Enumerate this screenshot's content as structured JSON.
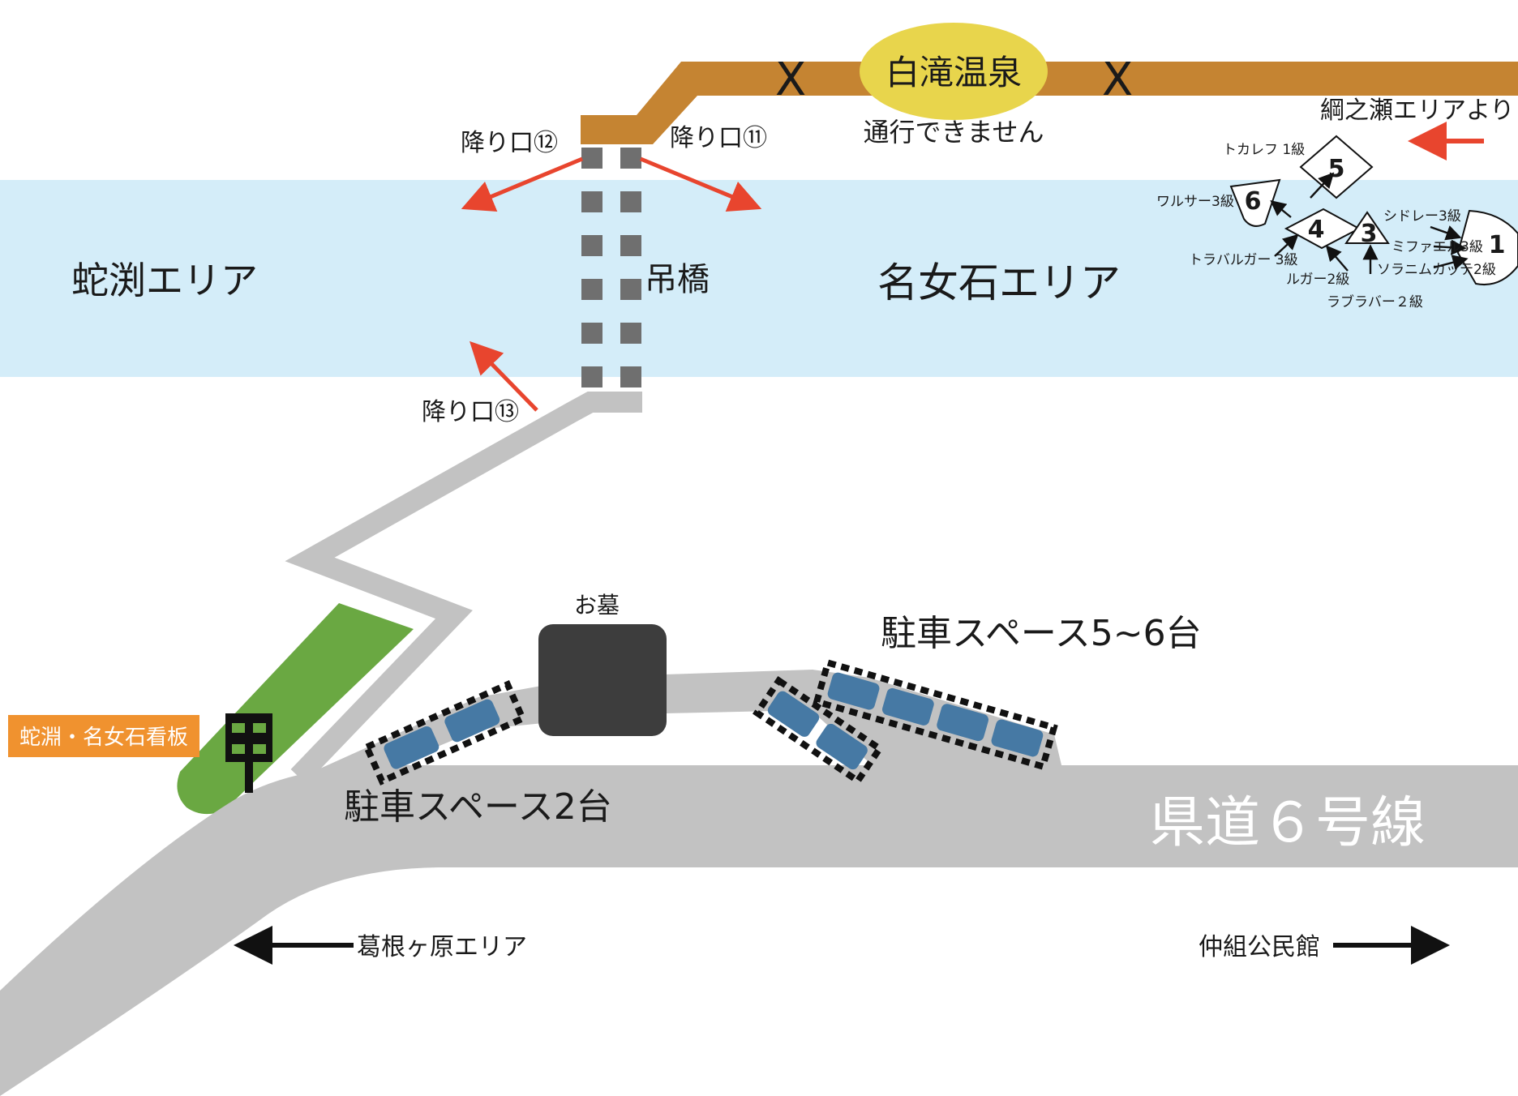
{
  "map": {
    "trail_blocked": {
      "onsen": "白滝温泉",
      "blocked_marks": [
        "X",
        "X"
      ],
      "notice": "通行できません"
    },
    "exits": {
      "exit_12": "降り口⑫",
      "exit_11": "降り口⑪",
      "exit_13": "降り口⑬"
    },
    "bridge": "吊橋",
    "areas": {
      "left": "蛇渕エリア",
      "right": "名女石エリア",
      "tsunanose": "綱之瀬エリアより"
    },
    "routes": {
      "numbers": [
        "5",
        "6",
        "4",
        "3",
        "1"
      ],
      "labels": {
        "tokarefu": "トカレフ 1級",
        "warusa": "ワルサー3級",
        "shidore": "シドレー3級",
        "mifaeru": "ミファエル3級",
        "soranium": "ソラニムカッテ2級",
        "torafaruga": "トラバルガー 3級",
        "ruga": "ルガー2級",
        "raburaba": "ラブラバー２級"
      }
    },
    "grave": "お墓",
    "parking_large": "駐車スペース5~6台",
    "parking_small": "駐車スペース2台",
    "signboard": "蛇淵・名女石看板",
    "road_name": "県道６号線",
    "direction_left": "葛根ヶ原エリア",
    "direction_right": "仲組公民館",
    "colors": {
      "river": "#d4edf9",
      "trail": "#c58432",
      "onsen": "#e8d54c",
      "road": "#c2c2c2",
      "grass": "#6aa842",
      "grave": "#3d3d3d",
      "car": "#4679a4",
      "arrow": "#e8452e",
      "sign": "#f0922f"
    }
  }
}
